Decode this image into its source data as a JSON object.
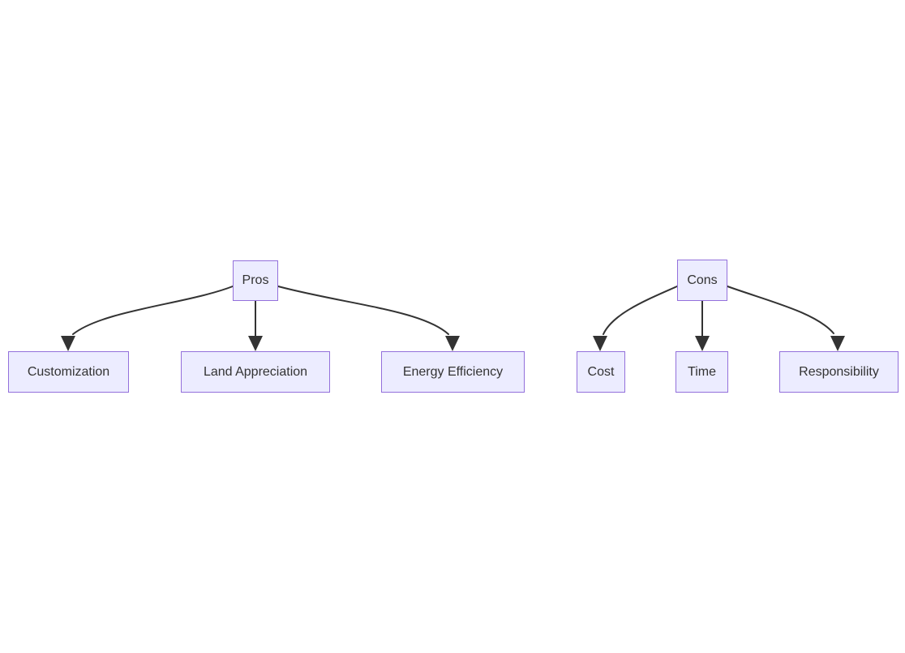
{
  "diagram": {
    "type": "flowchart",
    "direction": "top-down",
    "colors": {
      "background": "#ffffff",
      "node_fill": "#ECECFF",
      "node_border": "#9370DB",
      "edge": "#333333",
      "text": "#333333"
    },
    "trees": [
      {
        "root": {
          "label": "Pros"
        },
        "children": [
          {
            "label": "Customization"
          },
          {
            "label": "Land Appreciation"
          },
          {
            "label": "Energy Efficiency"
          }
        ]
      },
      {
        "root": {
          "label": "Cons"
        },
        "children": [
          {
            "label": "Cost"
          },
          {
            "label": "Time"
          },
          {
            "label": "Responsibility"
          }
        ]
      }
    ],
    "edges": [
      {
        "from": "Pros",
        "to": "Customization"
      },
      {
        "from": "Pros",
        "to": "Land Appreciation"
      },
      {
        "from": "Pros",
        "to": "Energy Efficiency"
      },
      {
        "from": "Cons",
        "to": "Cost"
      },
      {
        "from": "Cons",
        "to": "Time"
      },
      {
        "from": "Cons",
        "to": "Responsibility"
      }
    ]
  }
}
